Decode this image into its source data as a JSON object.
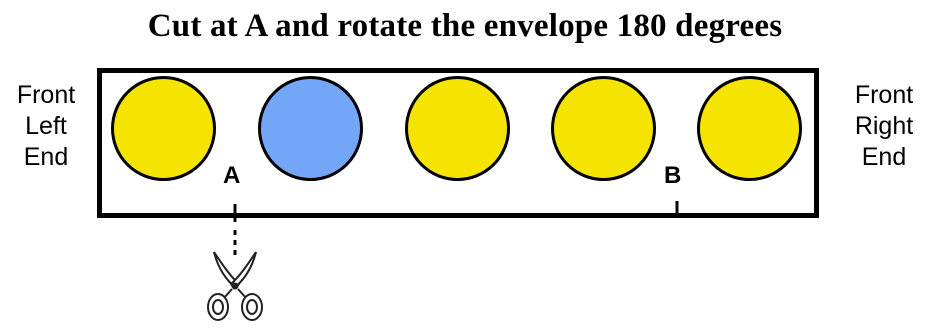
{
  "title": "Cut at A and rotate the envelope 180 degrees",
  "left_label": [
    "Front",
    "Left",
    "End"
  ],
  "right_label": [
    "Front",
    "Right",
    "End"
  ],
  "circles": [
    {
      "color": "#f5e400"
    },
    {
      "color": "#74a6f8"
    },
    {
      "color": "#f5e400"
    },
    {
      "color": "#f5e400"
    },
    {
      "color": "#f5e400"
    }
  ],
  "markers": {
    "a": "A",
    "b": "B"
  },
  "icons": {
    "cut_tool": "scissors-icon"
  }
}
